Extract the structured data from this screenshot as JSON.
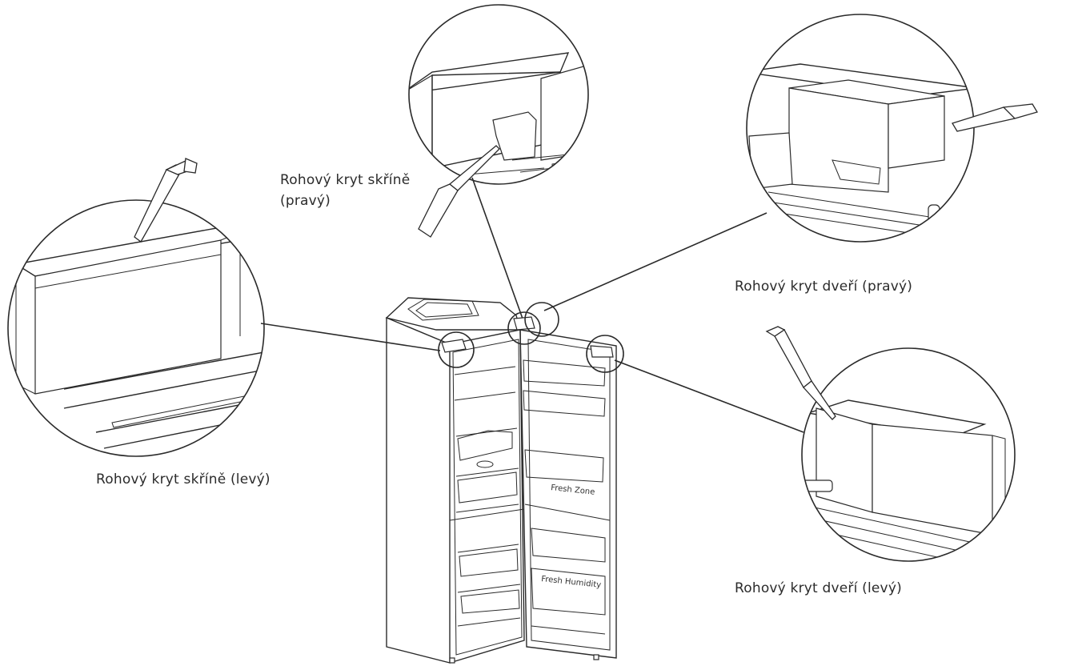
{
  "labels": {
    "cabinet_right": "Rohový kryt skříně\n(pravý)",
    "door_right": "Rohový kryt dveří (pravý)",
    "cabinet_left": "Rohový kryt skříně (levý)",
    "door_left": "Rohový kryt dveří (levý)"
  },
  "fridge_text": {
    "fresh_zone": "Fresh Zone",
    "fresh_humidity": "Fresh Humidity"
  },
  "colors": {
    "line": "#2a2a2a",
    "background": "#ffffff",
    "text": "#2b2b2b"
  }
}
